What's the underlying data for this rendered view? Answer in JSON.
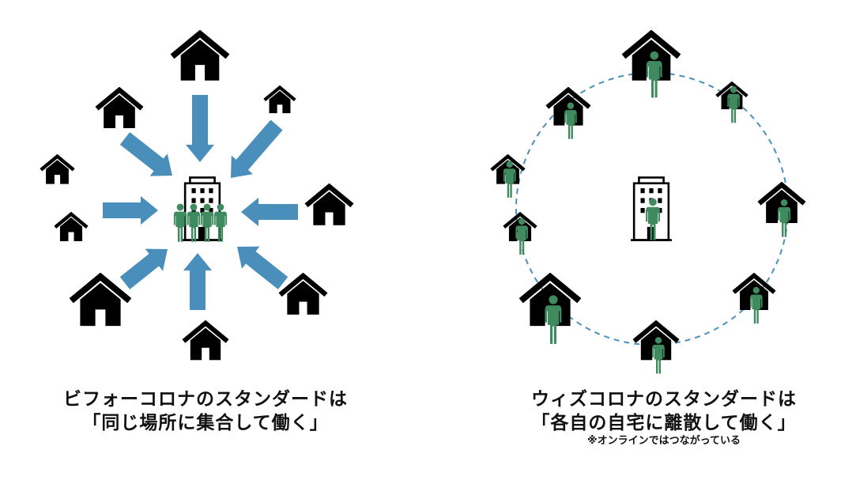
{
  "left_panel": {
    "caption_line1": "ビフォーコロナのスタンダードは",
    "caption_line2": "「同じ場所に集合して働く」",
    "icons": [
      "house-icon",
      "arrow-icon",
      "office-building-icon",
      "person-icon"
    ]
  },
  "right_panel": {
    "caption_line1": "ウィズコロナのスタンダードは",
    "caption_line2": "「各自の自宅に離散して働く」",
    "note": "※オンラインではつながっている",
    "icons": [
      "house-icon",
      "person-icon",
      "office-building-icon",
      "dashed-circle"
    ]
  },
  "colors": {
    "arrow": "#4a8fbb",
    "person": "#3f8a5e",
    "house": "#000000",
    "circle": "#4a8fbb"
  }
}
